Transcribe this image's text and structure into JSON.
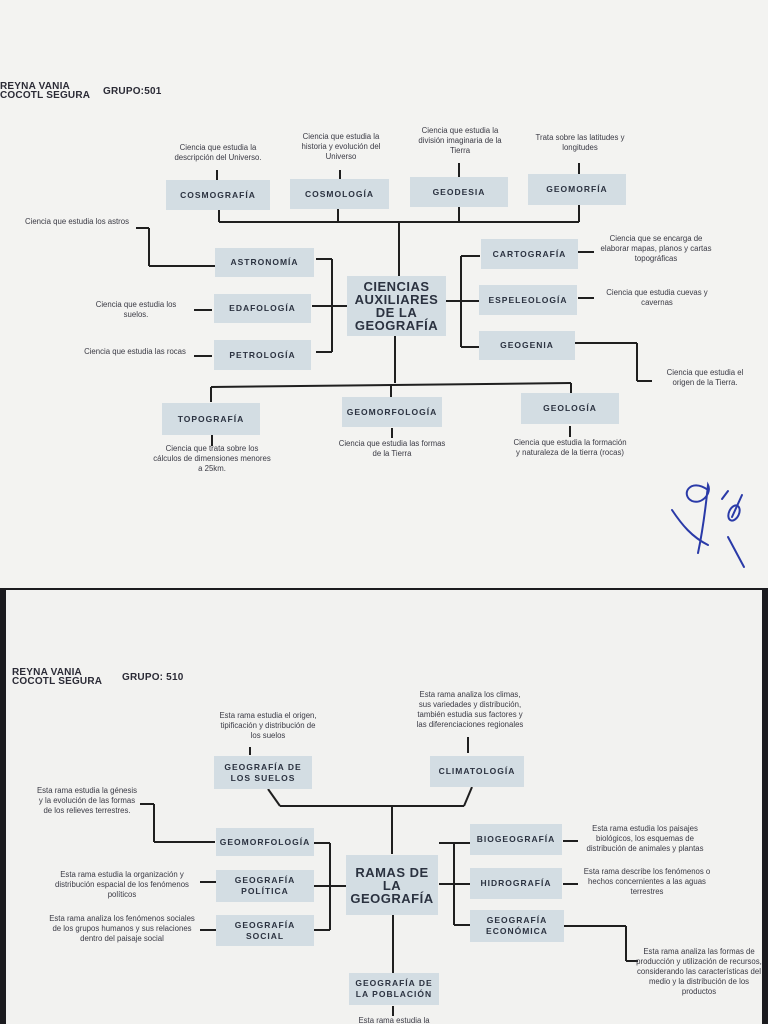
{
  "sheet1": {
    "author": "REYNA VANIA\nCOCOTL SEGURA",
    "group": "GRUPO:501",
    "center": "CIENCIAS AUXILIARES DE LA GEOGRAFÍA",
    "top": [
      {
        "label": "COSMOGRAFÍA",
        "desc": "Ciencia que estudia la descripción del Universo."
      },
      {
        "label": "COSMOLOGÍA",
        "desc": "Ciencia que estudia la historia y evolución del Universo"
      },
      {
        "label": "GEODESIA",
        "desc": "Ciencia que estudia la división imaginaria de la Tierra"
      },
      {
        "label": "GEOMORFÍA",
        "desc": "Trata sobre las latitudes y longitudes"
      }
    ],
    "left": [
      {
        "label": "ASTRONOMÍA",
        "desc": "Ciencia que estudia los astros"
      },
      {
        "label": "EDAFOLOGÍA",
        "desc": "Ciencia que estudia los suelos."
      },
      {
        "label": "PETROLOGÍA",
        "desc": "Ciencia que estudia las rocas"
      }
    ],
    "right": [
      {
        "label": "CARTOGRAFÍA",
        "desc": "Ciencia que se encarga de elaborar mapas, planos y cartas topográficas"
      },
      {
        "label": "ESPELEOLOGÍA",
        "desc": "Ciencia que estudia cuevas y cavernas"
      },
      {
        "label": "GEOGENIA",
        "desc": "Ciencia que estudia el origen de la Tierra."
      }
    ],
    "bottom": [
      {
        "label": "TOPOGRAFÍA",
        "desc": "Ciencia que trata sobre los cálculos de dimensiones menores a 25km."
      },
      {
        "label": "GEOMORFOLOGÍA",
        "desc": "Ciencia que estudia las formas de la Tierra"
      },
      {
        "label": "GEOLOGÍA",
        "desc": "Ciencia que estudia la formación y naturaleza de la tierra (rocas)"
      }
    ],
    "grade": "9/10"
  },
  "sheet2": {
    "author": "REYNA VANIA\nCOCOTL SEGURA",
    "group": "GRUPO: 510",
    "center": "RAMAS DE LA GEOGRAFÍA",
    "top": [
      {
        "label": "GEOGRAFÍA DE LOS SUELOS",
        "desc": "Esta rama estudia el origen, tipificación y distribución de los suelos"
      },
      {
        "label": "CLIMATOLOGÍA",
        "desc": "Esta rama analiza los climas, sus variedades y distribución, también estudia sus factores y las diferenciaciones regionales"
      }
    ],
    "left": [
      {
        "label": "GEOMORFOLOGÍA",
        "desc": "Esta rama estudia la génesis y la evolución de las formas de los relieves terrestres."
      },
      {
        "label": "GEOGRAFÍA POLÍTICA",
        "desc": "Esta rama estudia la organización y distribución espacial de los fenómenos políticos"
      },
      {
        "label": "GEOGRAFÍA SOCIAL",
        "desc": "Esta rama analiza los fenómenos sociales de los grupos humanos y sus relaciones dentro del paisaje social"
      }
    ],
    "right": [
      {
        "label": "BIOGEOGRAFÍA",
        "desc": "Esta rama estudia los paisajes biológicos, los esquemas de distribución de animales y plantas"
      },
      {
        "label": "HIDROGRAFÍA",
        "desc": "Esta rama describe los fenómenos o hechos concernientes a las aguas terrestres"
      },
      {
        "label": "GEOGRAFÍA ECONÓMICA",
        "desc": "Esta rama analiza las formas de producción y utilización de recursos, considerando las características del medio y la distribución de los productos"
      }
    ],
    "bottom": [
      {
        "label": "GEOGRAFÍA DE LA POBLACIÓN",
        "desc": "Esta rama estudia la"
      }
    ]
  }
}
